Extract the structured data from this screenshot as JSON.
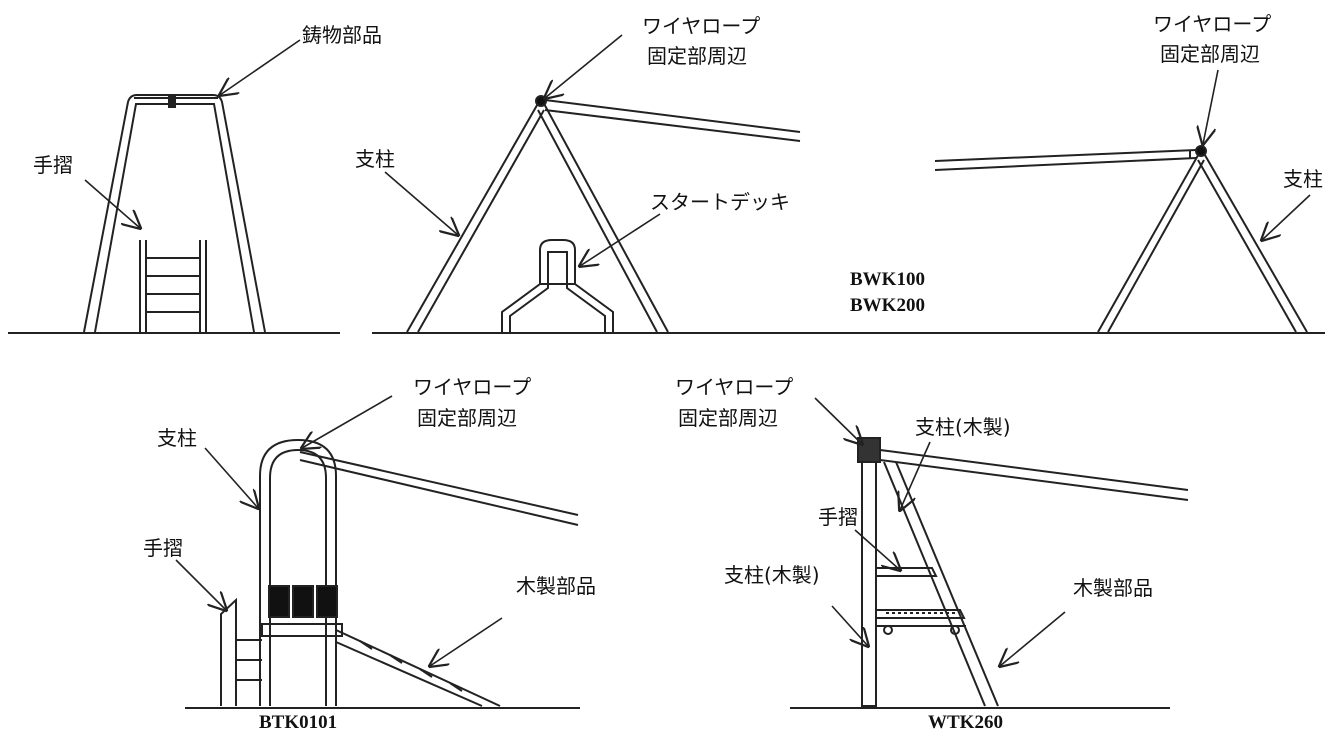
{
  "diagram": {
    "panel_casting": {
      "labels": {
        "casting_part": "鋳物部品",
        "handrail": "手摺"
      }
    },
    "panel_bwk": {
      "labels": {
        "wire_rope_left_line1": "ワイヤロープ",
        "wire_rope_left_line2": "固定部周辺",
        "pillar_left": "支柱",
        "start_deck": "スタートデッキ",
        "wire_rope_right_line1": "ワイヤロープ",
        "wire_rope_right_line2": "固定部周辺",
        "pillar_right": "支柱"
      },
      "models": [
        "BWK100",
        "BWK200"
      ]
    },
    "panel_btk": {
      "labels": {
        "wire_rope_line1": "ワイヤロープ",
        "wire_rope_line2": "固定部周辺",
        "pillar": "支柱",
        "handrail": "手摺",
        "wooden_part": "木製部品"
      },
      "model": "BTK0101"
    },
    "panel_wtk": {
      "labels": {
        "wire_rope_line1": "ワイヤロープ",
        "wire_rope_line2": "固定部周辺",
        "pillar_wood_top": "支柱(木製)",
        "handrail": "手摺",
        "pillar_wood_left": "支柱(木製)",
        "wooden_part": "木製部品"
      },
      "model": "WTK260"
    },
    "colors": {
      "line": "#222222",
      "fill_dark": "#111111",
      "background": "#ffffff"
    }
  }
}
